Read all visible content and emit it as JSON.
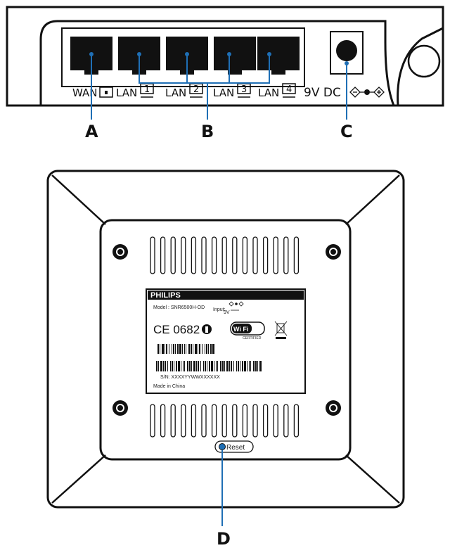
{
  "rear_panel": {
    "wan_label": "WAN",
    "lan_label": "LAN",
    "lan_numbers": [
      "1",
      "2",
      "3",
      "4"
    ],
    "power_label": "9V DC"
  },
  "callouts": {
    "a": "A",
    "b": "B",
    "c": "C",
    "d": "D"
  },
  "bottom_label": {
    "brand": "PHILIPS",
    "model": "Model : SNR6500H-OD",
    "input": "Input:",
    "input_value": "9V",
    "ce_mark": "CE 0682",
    "wifi_text": "Wi Fi",
    "wifi_cert": "CERTIFIED",
    "serial": "S/N: XXXXYYWWXXXXXX",
    "made_in": "Made in China"
  },
  "reset_label": "Reset",
  "colors": {
    "line": "#111111",
    "port_fill": "#111111",
    "callout_line": "#1f6fb5"
  }
}
